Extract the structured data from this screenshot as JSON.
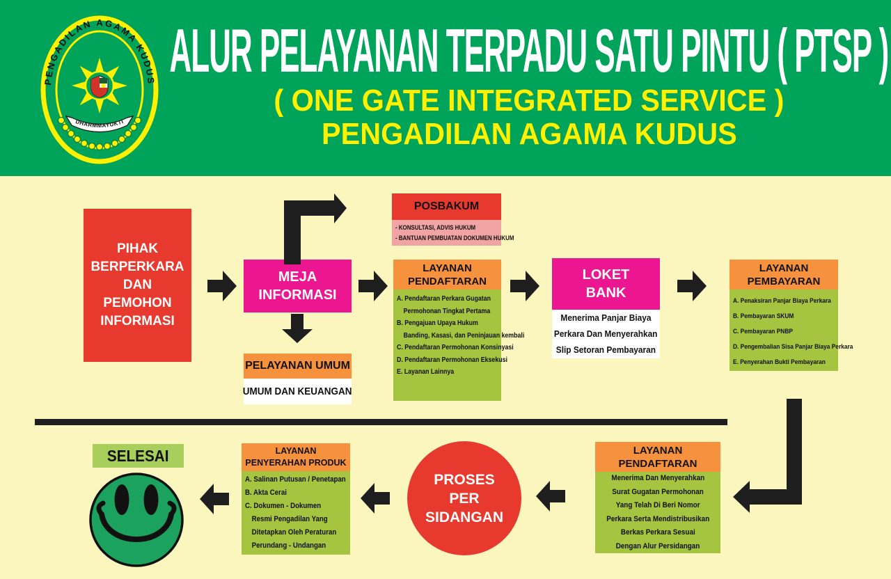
{
  "colors": {
    "header_green": "#00A35A",
    "body_yellow": "#FAF6BE",
    "red": "#E8392F",
    "magenta": "#EB1690",
    "orange": "#F6913D",
    "list_green": "#A5C440",
    "pink": "#F2A3A3",
    "light_green": "#A8CE5B",
    "smiley_green": "#1BA25E",
    "yellow_text": "#FFF100",
    "title_white": "#FFFFFF",
    "arrow_black": "#1E1E1E"
  },
  "header": {
    "title": "ALUR PELAYANAN TERPADU SATU PINTU ( PTSP )",
    "subtitle1": "( ONE GATE INTEGRATED SERVICE )",
    "subtitle2": "PENGADILAN AGAMA KUDUS",
    "logo": {
      "ring_text": "PENGADILAN AGAMA KUDUS",
      "banner_text": "DHARMMAYUKTI"
    }
  },
  "flow": {
    "pihak": {
      "lines": [
        "PIHAK",
        "BERPERKARA",
        "DAN",
        "PEMOHON",
        "INFORMASI"
      ]
    },
    "meja": {
      "lines": [
        "MEJA",
        "INFORMASI"
      ]
    },
    "posbakum": {
      "title": "POSBAKUM",
      "items": [
        "- KONSULTASI, ADVIS HUKUM",
        "- BANTUAN PEMBUATAN DOKUMEN HUKUM"
      ]
    },
    "pelayanan_umum": {
      "title": "PELAYANAN UMUM",
      "body": "UMUM DAN KEUANGAN"
    },
    "pendaftaran1": {
      "title_lines": [
        "LAYANAN",
        "PENDAFTARAN"
      ],
      "lines": [
        "A. Pendaftaran Perkara Gugatan",
        "Permohonan Tingkat Pertama",
        "B. Pengajuan Upaya Hukum",
        "Banding, Kasasi, dan Peninjauan kembali",
        "C. Pendaftaran Permohonan Konsinyasi",
        "D. Pendaftaran Permohonan Eksekusi",
        "E. Layanan Lainnya"
      ]
    },
    "loket": {
      "title_lines": [
        "LOKET",
        "BANK"
      ],
      "body_lines": [
        "Menerima Panjar Biaya",
        "Perkara Dan Menyerahkan",
        "Slip Setoran Pembayaran"
      ]
    },
    "pembayaran": {
      "title_lines": [
        "LAYANAN",
        "PEMBAYARAN"
      ],
      "lines": [
        "A. Penaksiran Panjar Biaya Perkara",
        "B. Pembayaran SKUM",
        "C. Pembayaran PNBP",
        "D. Pengembalian Sisa Panjar Biaya Perkara",
        "E. Penyerahan Bukti Pembayaran"
      ]
    },
    "pendaftaran2": {
      "title_lines": [
        "LAYANAN",
        "PENDAFTARAN"
      ],
      "lines": [
        "Menerima Dan Menyerahkan",
        "Surat Gugatan Permohonan",
        "Yang Telah Di Beri Nomor",
        "Perkara Serta Mendistribusikan",
        "Berkas Perkara Sesuai",
        "Dengan Alur Persidangan"
      ]
    },
    "proses": {
      "lines": [
        "PROSES",
        "PER",
        "SIDANGAN"
      ]
    },
    "penyerahan": {
      "title_lines": [
        "LAYANAN",
        "PENYERAHAN PRODUK"
      ],
      "lines": [
        "A. Salinan Putusan / Penetapan",
        "B. Akta Cerai",
        "C. Dokumen - Dokumen",
        "Resmi Pengadilan Yang",
        "Ditetapkan Oleh Peraturan",
        "Perundang - Undangan"
      ]
    },
    "selesai": {
      "label": "SELESAI"
    }
  }
}
